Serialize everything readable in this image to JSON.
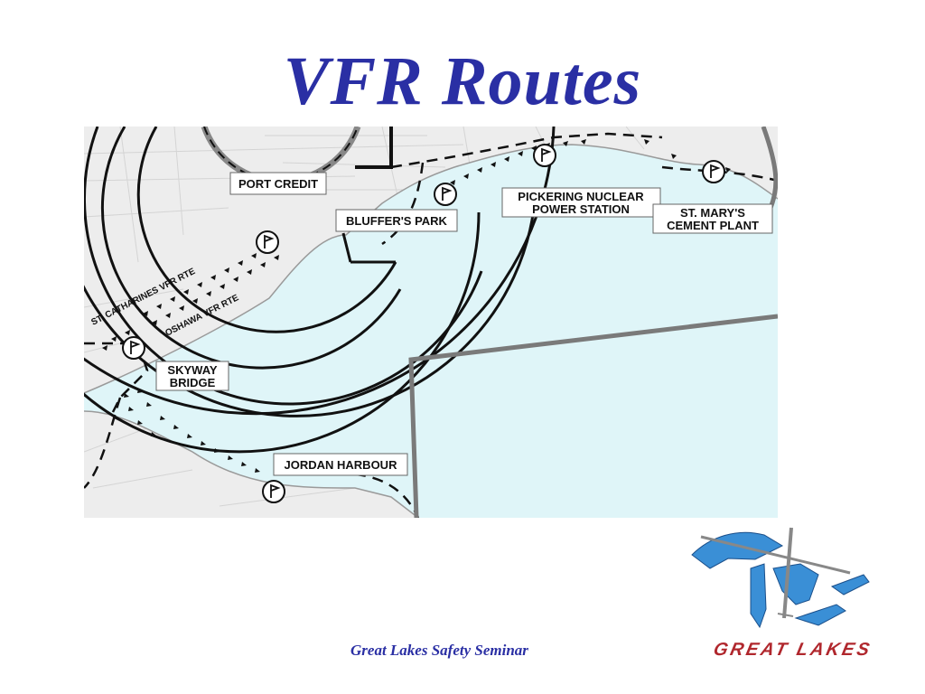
{
  "title": "VFR Routes",
  "footer": "Great Lakes Safety Seminar",
  "logo": {
    "text": "GREAT LAKES",
    "colors": {
      "lakes": "#3a8fd6",
      "text": "#b0272d"
    }
  },
  "colors": {
    "title": "#2a2fa4",
    "water": "#dff5f8",
    "land": "#ececec",
    "boundary": "#777777"
  },
  "map": {
    "labels": {
      "port_credit": "PORT CREDIT",
      "bluffers_park": "BLUFFER'S PARK",
      "pickering_1": "PICKERING NUCLEAR",
      "pickering_2": "POWER STATION",
      "st_marys_1": "ST. MARY'S",
      "st_marys_2": "CEMENT PLANT",
      "skyway_1": "SKYWAY",
      "skyway_2": "BRIDGE",
      "jordan_harbour": "JORDAN HARBOUR"
    },
    "routes": {
      "st_catharines": "ST. CATHARINES VFR RTE",
      "oshawa": "OSHAWA VFR RTE"
    },
    "icons": [
      "reporting-point-flag-icon"
    ]
  }
}
